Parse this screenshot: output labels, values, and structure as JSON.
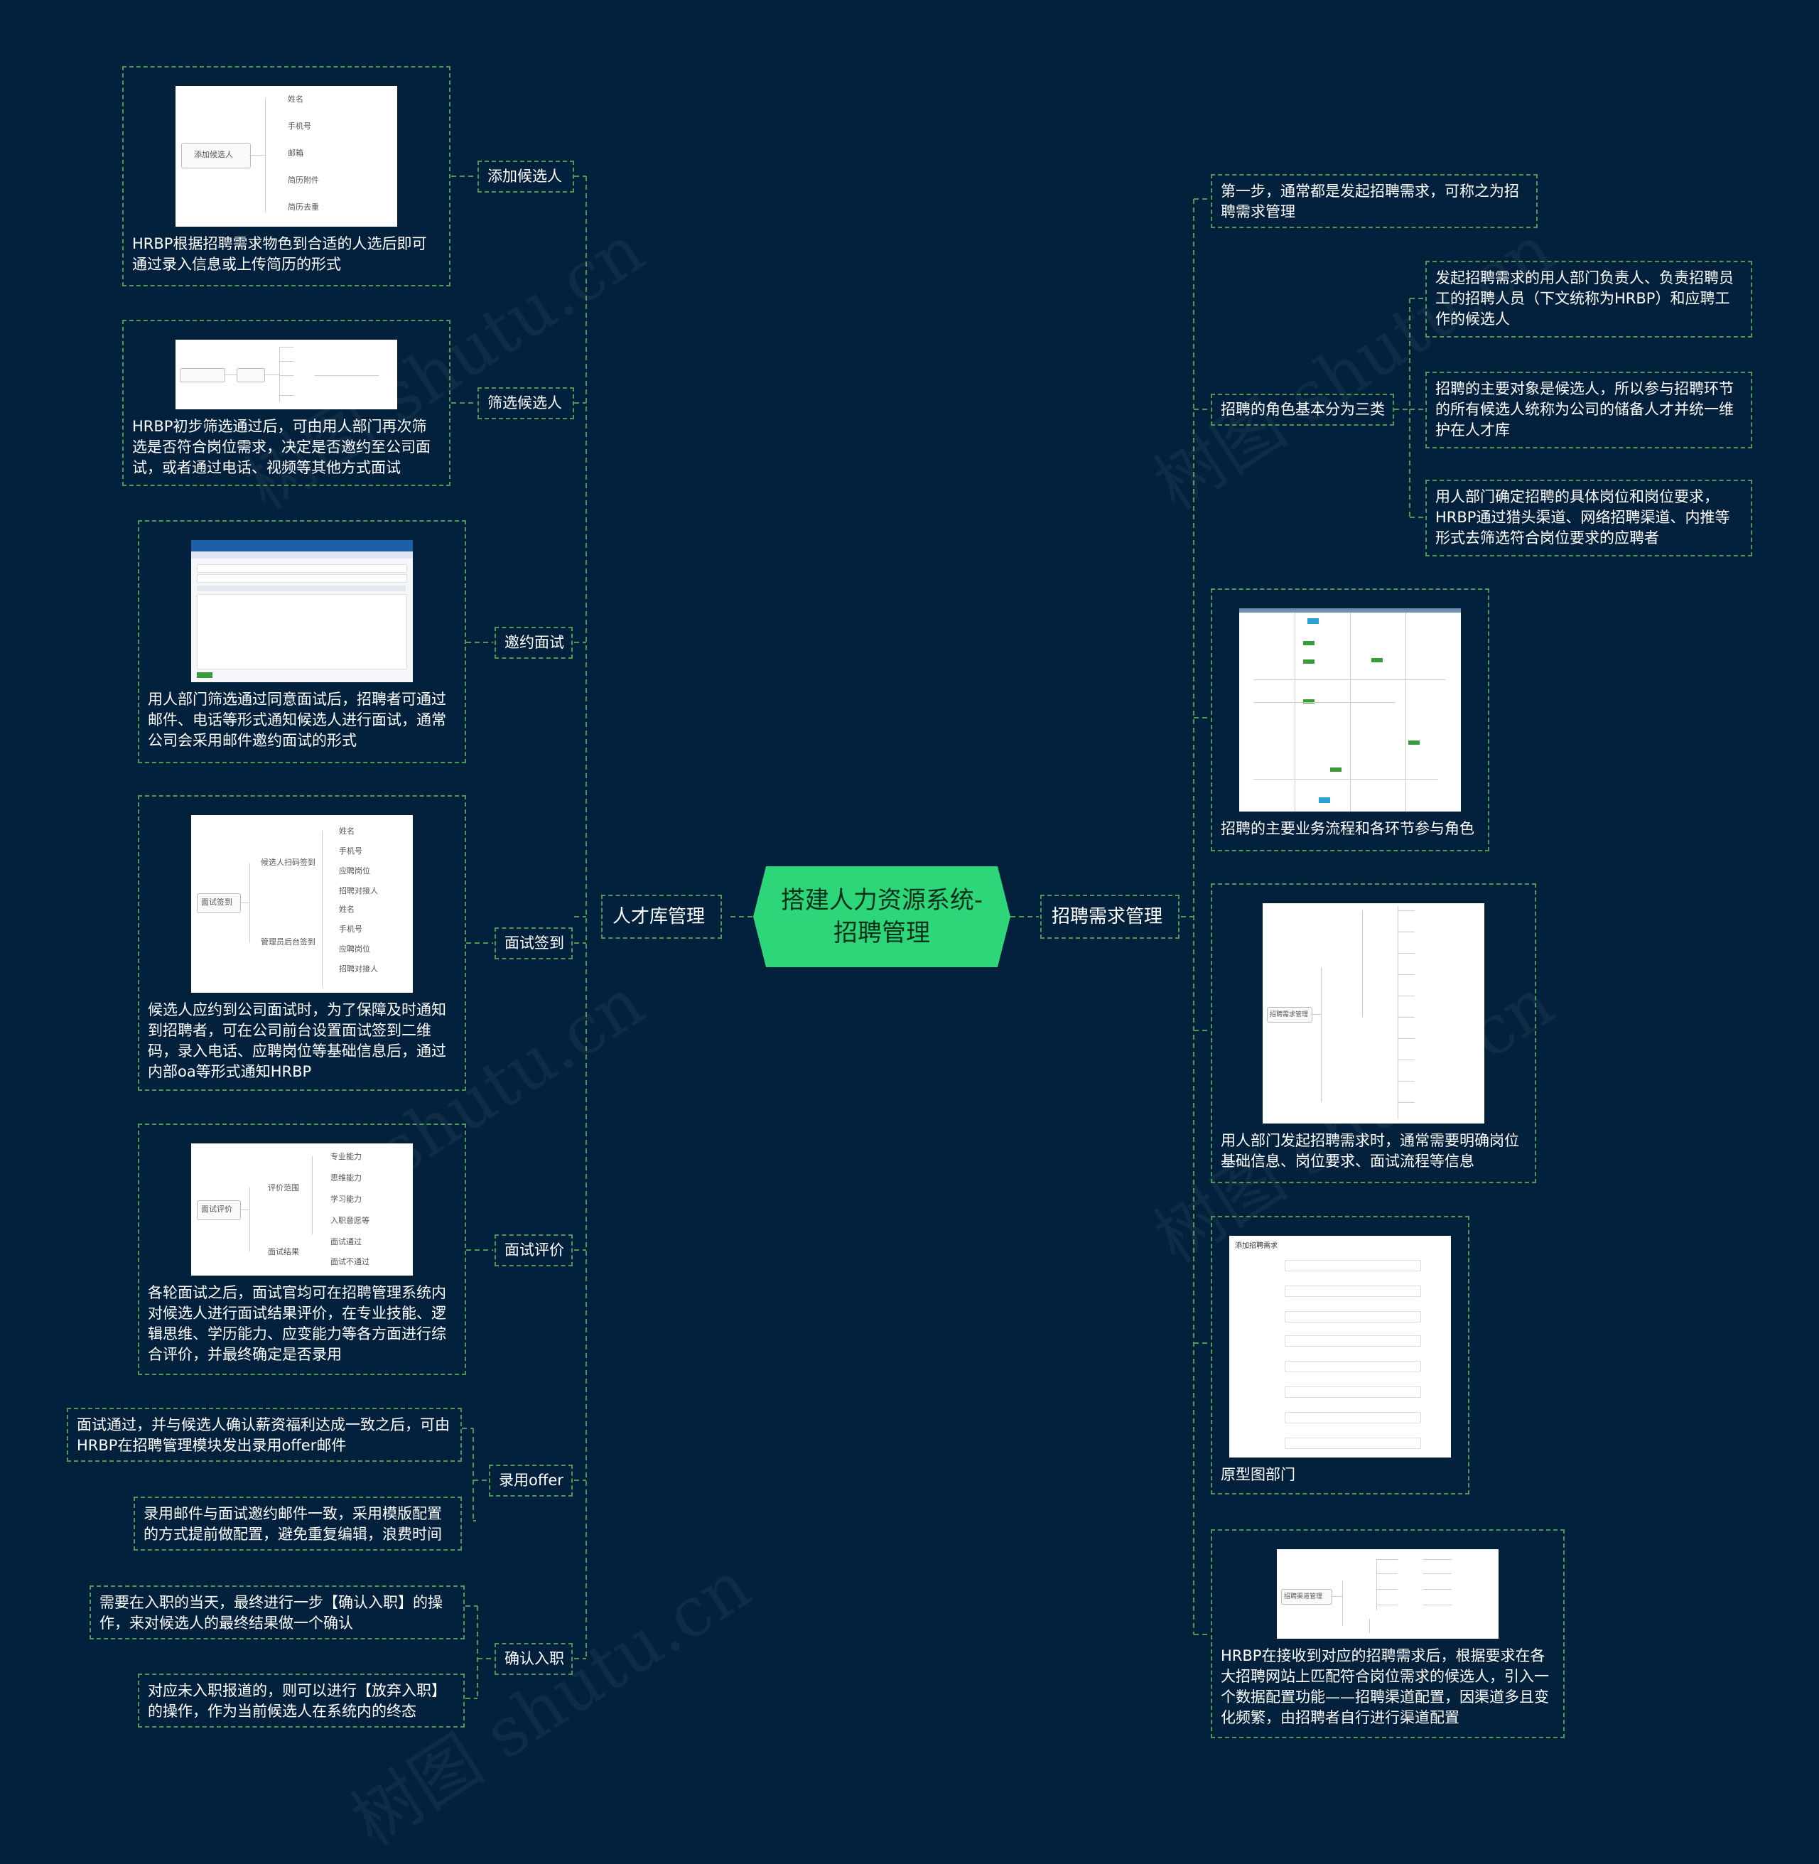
{
  "root": {
    "line1": "搭建人力资源系统-",
    "line2": "招聘管理"
  },
  "branches": {
    "left": "人才库管理",
    "right": "招聘需求管理"
  },
  "left": {
    "add": {
      "label": "添加候选人",
      "text": "HRBP根据招聘需求物色到合适的人选后即可通过录入信息或上传简历的形式",
      "diagram": {
        "root": "添加候选人",
        "items": [
          "姓名",
          "手机号",
          "邮箱",
          "简历附件",
          "简历去重"
        ]
      }
    },
    "screen": {
      "label": "筛选候选人",
      "text": "HRBP初步筛选通过后，可由用人部门再次筛选是否符合岗位需求，决定是否邀约至公司面试，或者通过电话、视频等其他方式面试"
    },
    "invite": {
      "label": "邀约面试",
      "text": "用人部门筛选通过同意面试后，招聘者可通过邮件、电话等形式通知候选人进行面试，通常公司会采用邮件邀约面试的形式"
    },
    "checkin": {
      "label": "面试签到",
      "text": "候选人应约到公司面试时，为了保障及时通知到招聘者，可在公司前台设置面试签到二维码，录入电话、应聘岗位等基础信息后，通过内部oa等形式通知HRBP",
      "diagram": {
        "root": "面试签到",
        "group1": "候选人扫码签到",
        "group2": "管理员后台签到",
        "items1": [
          "姓名",
          "手机号",
          "应聘岗位",
          "招聘对接人"
        ],
        "items2": [
          "姓名",
          "手机号",
          "应聘岗位",
          "招聘对接人"
        ]
      }
    },
    "eval": {
      "label": "面试评价",
      "text": "各轮面试之后，面试官均可在招聘管理系统内对候选人进行面试结果评价，在专业技能、逻辑思维、学历能力、应变能力等各方面进行综合评价，并最终确定是否录用",
      "diagram": {
        "root": "面试评价",
        "group1": "评价范围",
        "group2": "面试结果",
        "items1": [
          "专业能力",
          "思维能力",
          "学习能力",
          "入职意愿等"
        ],
        "items2": [
          "面试通过",
          "面试不通过"
        ]
      }
    },
    "offer": {
      "label": "录用offer",
      "text1": "面试通过，并与候选人确认薪资福利达成一致之后，可由HRBP在招聘管理模块发出录用offer邮件",
      "text2": "录用邮件与面试邀约邮件一致，采用模版配置的方式提前做配置，避免重复编辑，浪费时间"
    },
    "confirm": {
      "label": "确认入职",
      "text1": "需要在入职的当天，最终进行一步【确认入职】的操作，来对候选人的最终结果做一个确认",
      "text2": "对应未入职报道的，则可以进行【放弃入职】的操作，作为当前候选人在系统内的终态"
    }
  },
  "right": {
    "step1": "第一步，通常都是发起招聘需求，可称之为招聘需求管理",
    "roles": {
      "label": "招聘的角色基本分为三类",
      "r1": "发起招聘需求的用人部门负责人、负责招聘员工的招聘人员（下文统称为HRBP）和应聘工作的候选人",
      "r2": "招聘的主要对象是候选人，所以参与招聘环节的所有候选人统称为公司的储备人才并统一维护在人才库",
      "r3": "用人部门确定招聘的具体岗位和岗位要求，HRBP通过猎头渠道、网络招聘渠道、内推等形式去筛选符合岗位要求的应聘者"
    },
    "flow": {
      "text": "招聘的主要业务流程和各环节参与角色"
    },
    "demand": {
      "text": "用人部门发起招聘需求时，通常需要明确岗位基础信息、岗位要求、面试流程等信息",
      "diagram": {
        "root": "招聘需求管理"
      }
    },
    "proto": {
      "text": "原型图部门",
      "diagram": {
        "title": "添加招聘需求"
      }
    },
    "channel": {
      "text": "HRBP在接收到对应的招聘需求后，根据要求在各大招聘网站上匹配符合岗位需求的候选人，引入一个数据配置功能——招聘渠道配置，因渠道多且变化频繁，由招聘者自行进行渠道配置",
      "diagram": {
        "root": "招聘渠道管理"
      }
    }
  },
  "watermark": "树图 shutu.cn",
  "colors": {
    "background": "#03203c",
    "root": "#2ed67a",
    "dash": "#4f9a52"
  }
}
